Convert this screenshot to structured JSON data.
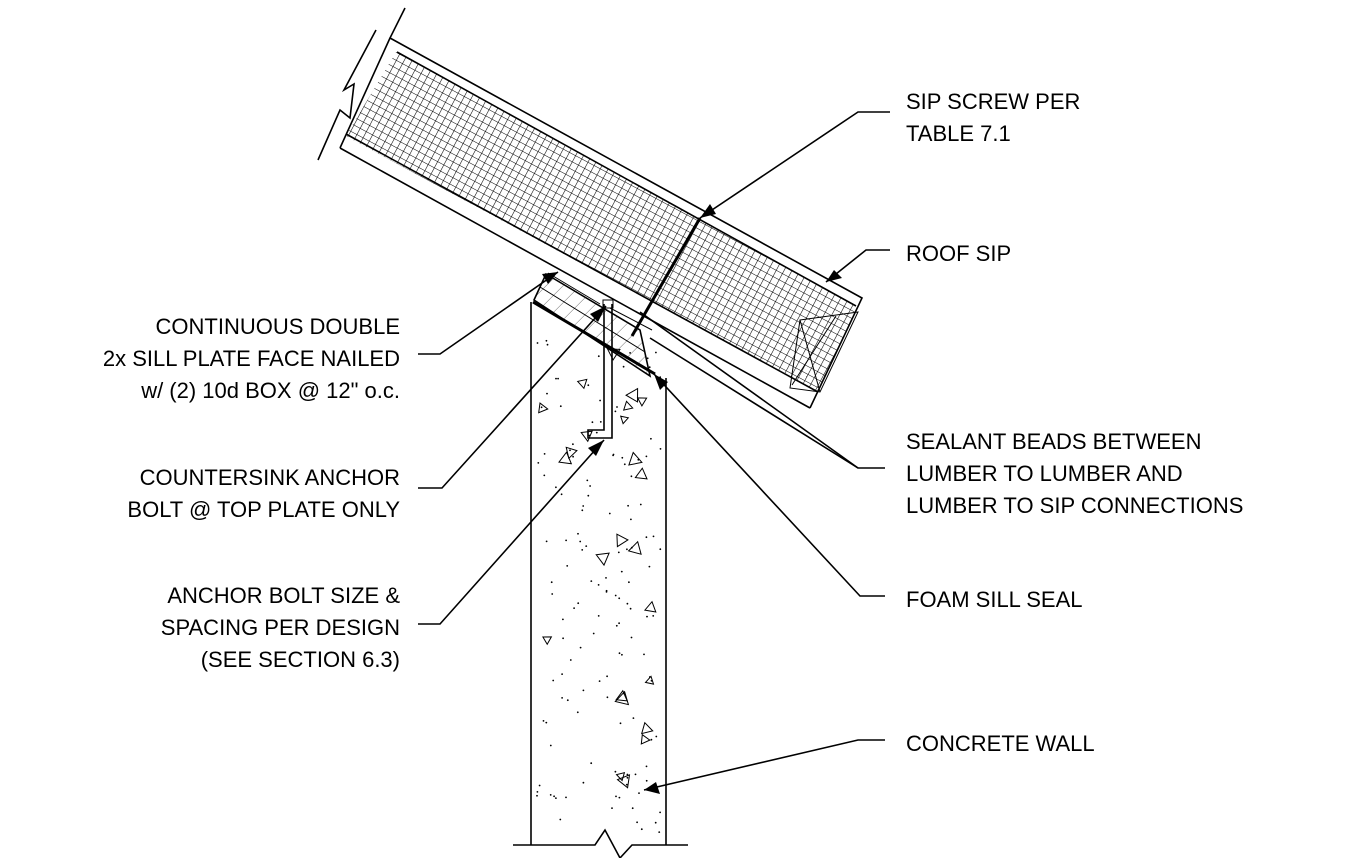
{
  "labels": {
    "sip_screw": [
      "SIP SCREW PER",
      "TABLE 7.1"
    ],
    "roof_sip": [
      "ROOF SIP"
    ],
    "sill_plate": [
      "CONTINUOUS DOUBLE",
      "2x SILL PLATE FACE NAILED",
      "w/ (2) 10d BOX @ 12\" o.c."
    ],
    "sealant": [
      "SEALANT BEADS BETWEEN",
      "LUMBER TO LUMBER AND",
      "LUMBER TO SIP CONNECTIONS"
    ],
    "countersink": [
      "COUNTERSINK ANCHOR",
      "BOLT @ TOP PLATE ONLY"
    ],
    "foam_seal": [
      "FOAM SILL SEAL"
    ],
    "anchor_bolt": [
      "ANCHOR BOLT SIZE &",
      "SPACING PER DESIGN",
      "(SEE SECTION 6.3)"
    ],
    "concrete_wall": [
      "CONCRETE WALL"
    ]
  },
  "colors": {
    "line": "#000000",
    "background": "#ffffff"
  }
}
